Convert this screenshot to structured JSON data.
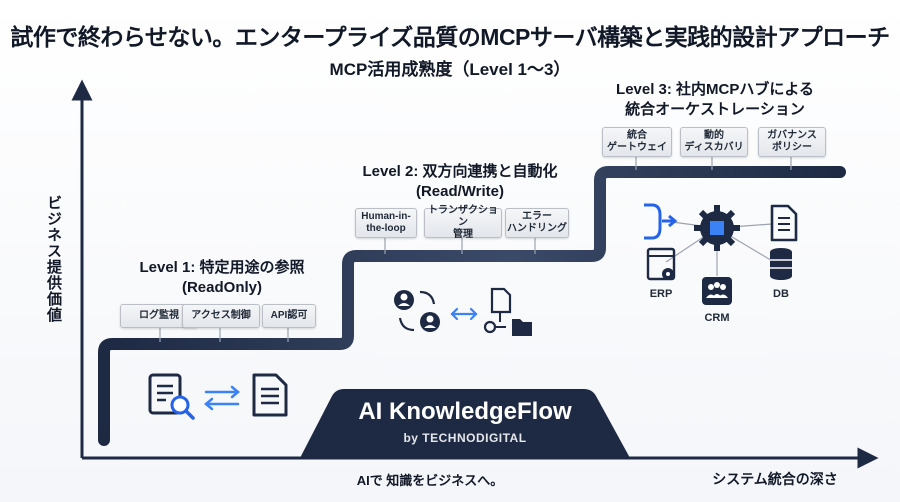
{
  "title": "試作で終わらせない。エンタープライズ品質のMCPサーバ構築と実践的設計アプローチ",
  "subtitle": "MCP活用成熟度（Level 1〜3）",
  "y_axis_label": "ビジネス提供価値",
  "x_axis_label": "システム統合の深さ",
  "x_caption": "AIで 知識をビジネスへ。",
  "levels": [
    {
      "title_line1": "Level 1: 特定用途の参照",
      "title_line2": "(ReadOnly)",
      "tags": [
        {
          "line1": "ログ監視",
          "line2": ""
        },
        {
          "line1": "アクセス制御",
          "line2": ""
        },
        {
          "line1": "API認可",
          "line2": ""
        }
      ]
    },
    {
      "title_line1": "Level 2: 双方向連携と自動化",
      "title_line2": "(Read/Write)",
      "tags": [
        {
          "line1": "Human-in-",
          "line2": "the-loop"
        },
        {
          "line1": "トランザクション",
          "line2": "管理"
        },
        {
          "line1": "エラー",
          "line2": "ハンドリング"
        }
      ]
    },
    {
      "title_line1": "Level 3: 社内MCPハブによる",
      "title_line2": "統合オーケストレーション",
      "tags": [
        {
          "line1": "統合",
          "line2": "ゲートウェイ"
        },
        {
          "line1": "動的",
          "line2": "ディスカバリ"
        },
        {
          "line1": "ガバナンス",
          "line2": "ポリシー"
        }
      ]
    }
  ],
  "hub_labels": {
    "erp": "ERP",
    "crm": "CRM",
    "db": "DB"
  },
  "brand": {
    "name": "AI KnowledgeFlow",
    "by": "by TECHNODIGITAL"
  },
  "colors": {
    "navy": "#1e2a44",
    "icon_blue": "#2563eb",
    "accent_blue": "#3b82f6"
  },
  "icons": [
    "document-search-icon",
    "swap-arrows-icon",
    "document-icon",
    "user-sync-icon",
    "file-flow-icon",
    "folder-icon",
    "gear-hub-icon",
    "erp-icon",
    "crm-icon",
    "db-icon",
    "branch-icon"
  ]
}
